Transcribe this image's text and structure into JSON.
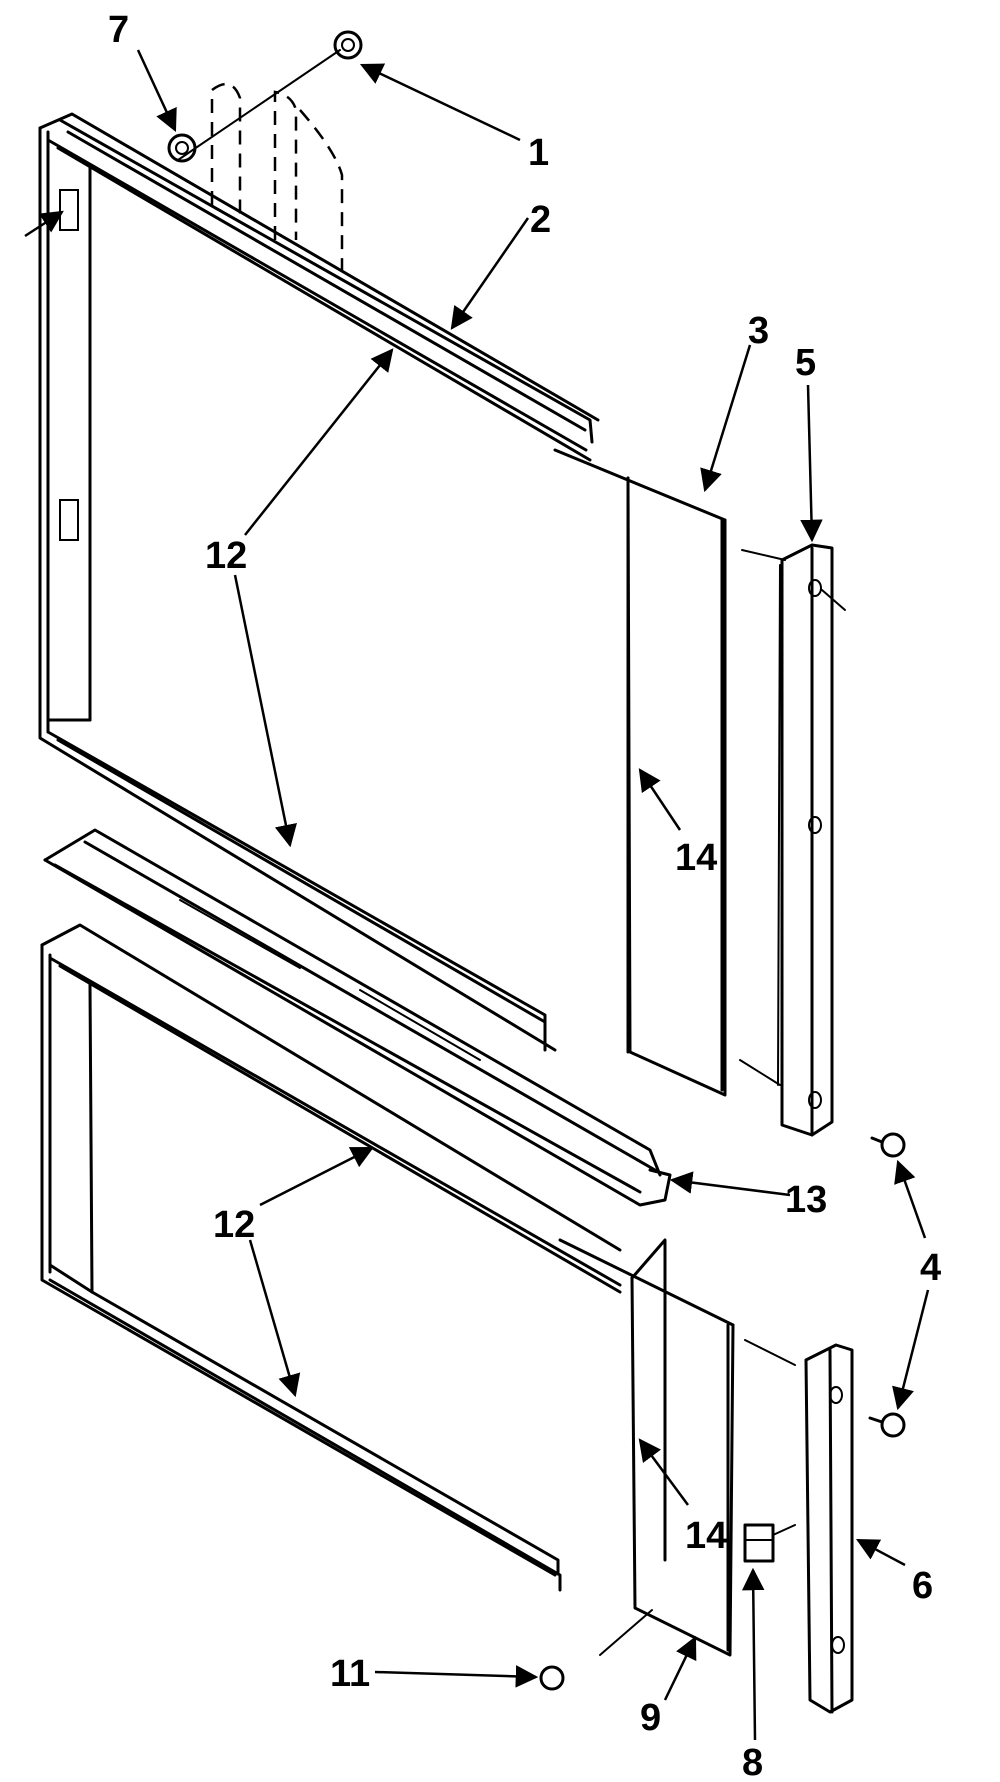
{
  "callouts": [
    {
      "id": "c1",
      "label": "1"
    },
    {
      "id": "c2",
      "label": "2"
    },
    {
      "id": "c3",
      "label": "3"
    },
    {
      "id": "c4",
      "label": "4"
    },
    {
      "id": "c5",
      "label": "5"
    },
    {
      "id": "c6",
      "label": "6"
    },
    {
      "id": "c7",
      "label": "7"
    },
    {
      "id": "c8",
      "label": "8"
    },
    {
      "id": "c9",
      "label": "9"
    },
    {
      "id": "c11",
      "label": "11"
    },
    {
      "id": "c12a",
      "label": "12"
    },
    {
      "id": "c12b",
      "label": "12"
    },
    {
      "id": "c13",
      "label": "13"
    },
    {
      "id": "c14a",
      "label": "14"
    },
    {
      "id": "c14b",
      "label": "14"
    }
  ]
}
